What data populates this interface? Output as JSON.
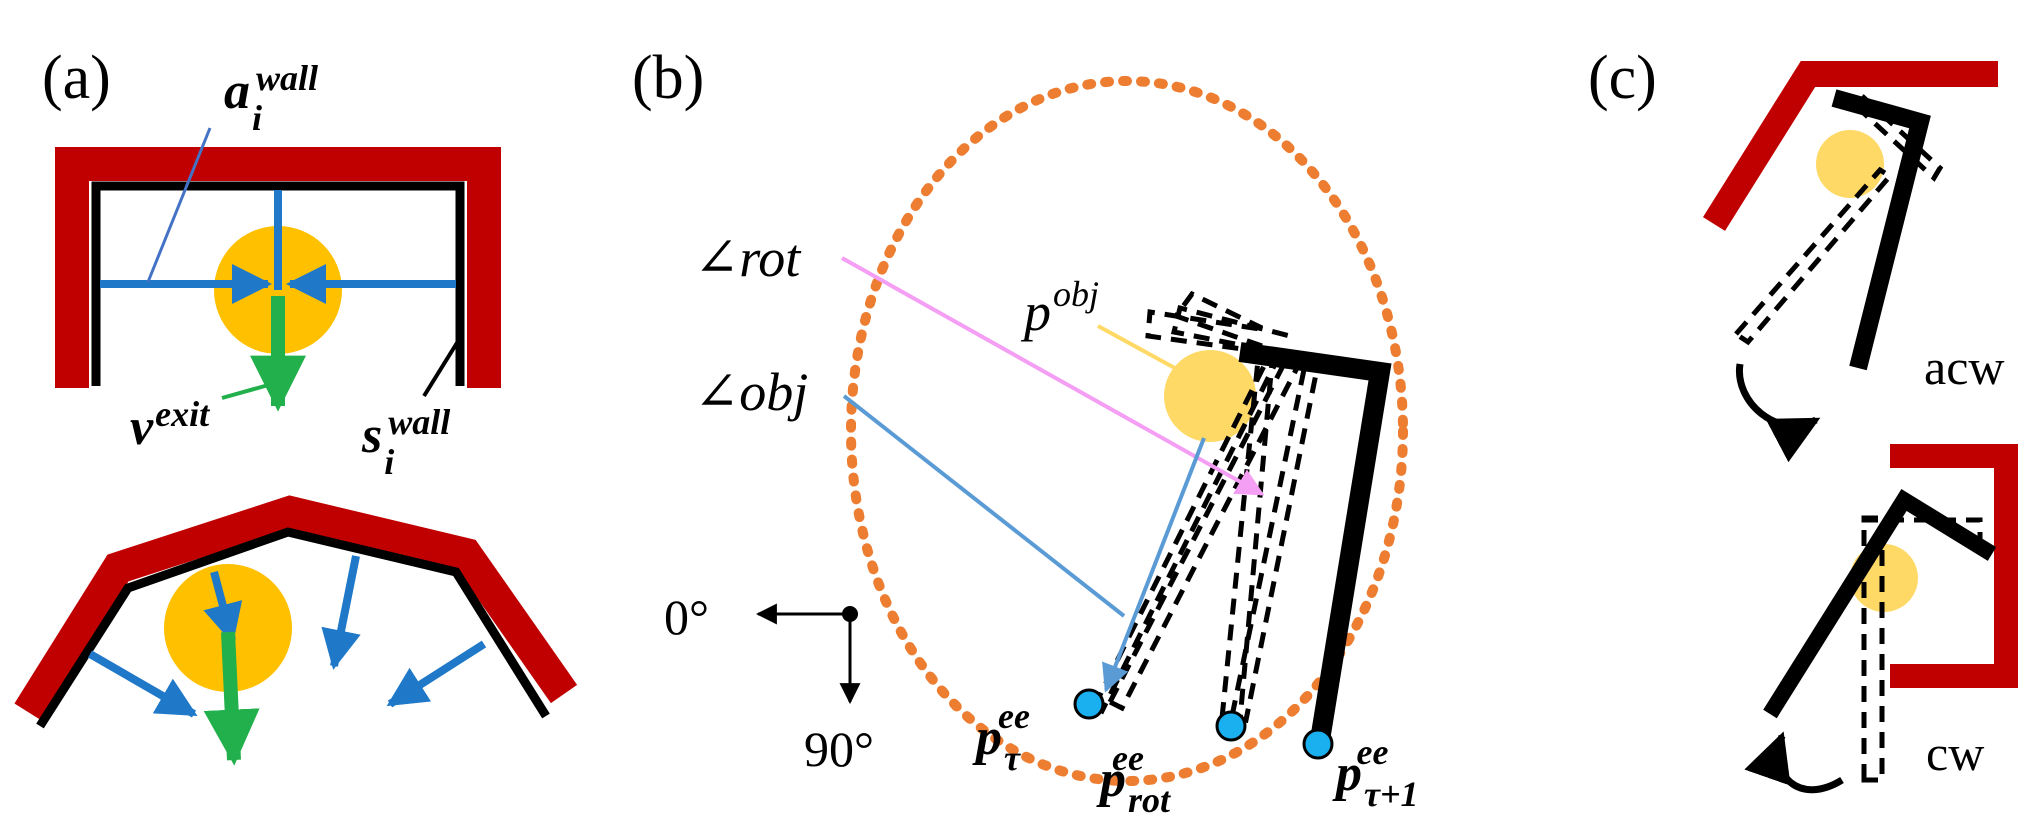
{
  "panels": {
    "a": {
      "label": "(a)"
    },
    "b": {
      "label": "(b)"
    },
    "c": {
      "label": "(c)"
    }
  },
  "labels": {
    "a_wall_base": "a",
    "a_wall_sub": "i",
    "a_wall_sup": "wall",
    "s_wall_base": "s",
    "s_wall_sub": "i",
    "s_wall_sup": "wall",
    "v_exit_base": "v",
    "v_exit_sup": "exit",
    "angle_rot": "∠rot",
    "angle_obj": "∠obj",
    "p_obj_base": "p",
    "p_obj_sup": "obj",
    "p_tau_base": "p",
    "p_tau_sub": "τ",
    "p_tau_sup": "ee",
    "p_rot_base": "p",
    "p_rot_sub": "rot",
    "p_rot_sup": "ee",
    "p_tau1_base": "p",
    "p_tau1_sub": "τ+1",
    "p_tau1_sup": "ee",
    "deg0": "0°",
    "deg90": "90°",
    "acw": "acw",
    "cw": "cw"
  },
  "colors": {
    "wall": "#c00000",
    "gripper": "#000000",
    "object": "#ffc000",
    "object_light": "#ffd966",
    "normal_arrow": "#1f78c8",
    "exit_arrow": "#21b04b",
    "circle": "#ed7d31",
    "rot_arrow": "#f49ef4",
    "obj_arrow": "#5b9bd5",
    "ee_point": "#1ab0f0"
  }
}
